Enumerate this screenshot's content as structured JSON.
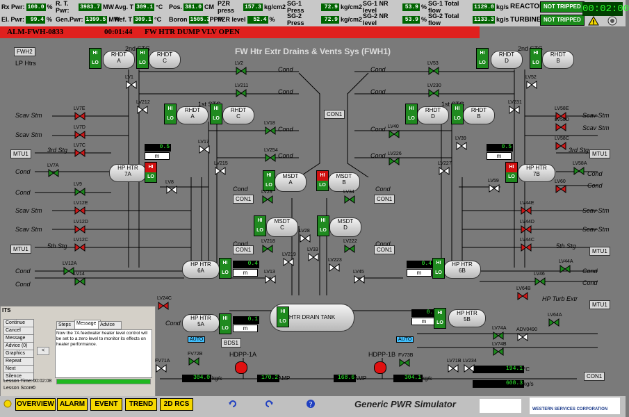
{
  "top_params": [
    {
      "label": "Rx Pwr:",
      "value": "100.0",
      "unit": "%"
    },
    {
      "label": "R. T. Pwr:",
      "value": "3983.7",
      "unit": "MW"
    },
    {
      "label": "Avg. T",
      "value": "309.1",
      "unit": "°C"
    },
    {
      "label": "Pos.",
      "value": "381.0",
      "unit": "CM"
    },
    {
      "label": "PZR press",
      "value": "157.3",
      "unit": "kg/cm2"
    },
    {
      "label": "SG-1 Press",
      "value": "72.9",
      "unit": "kg/cm2"
    },
    {
      "label": "SG-1 NR level",
      "value": "53.9",
      "unit": "%"
    },
    {
      "label": "SG-1 Total flow",
      "value": "1129.0",
      "unit": "kg/s"
    },
    {
      "label": "El. Pwr:",
      "value": "99.4",
      "unit": "%"
    },
    {
      "label": "Gen.Pwr:",
      "value": "1399.5",
      "unit": "MW"
    },
    {
      "label": "Ref. T",
      "value": "309.1",
      "unit": "°C"
    },
    {
      "label": "Boron",
      "value": "1505.3",
      "unit": "PPM"
    },
    {
      "label": "PZR level",
      "value": "52.4",
      "unit": "%"
    },
    {
      "label": "SG-2 Press",
      "value": "72.9",
      "unit": "kg/cm2"
    },
    {
      "label": "SG-2 NR level",
      "value": "53.9",
      "unit": "%"
    },
    {
      "label": "SG-2 Total flow",
      "value": "1133.3",
      "unit": "kg/s"
    }
  ],
  "status": {
    "reactor_label": "REACTOR",
    "reactor_state": "NOT TRIPPED",
    "turbine_label": "TURBINE",
    "turbine_state": "NOT TRIPPED",
    "clock": "00:02:00"
  },
  "alarm": {
    "code": "ALM-FWH-0833",
    "time": "00:01:44",
    "message": "FW HTR DUMP VLV OPEN"
  },
  "diagram": {
    "title": "FW Htr Extr Drains & Vents Sys  (FWH1)",
    "fwh2": "FWH2",
    "lp_htrs": "LP Htrs",
    "left_labels": [
      "Scav Stm",
      "Scav Stm",
      "MTU1",
      "Cond",
      "Cond",
      "Scav Stm",
      "Scav Stm",
      "MTU1",
      "Cond",
      "Cond"
    ],
    "right_labels": [
      "Scav Stm",
      "Scav Stm",
      "MTU1",
      "Cond",
      "Cond",
      "Scav Stm",
      "Scav Stm",
      "MTU1",
      "Cond",
      "Cond"
    ],
    "stg": {
      "second_left": "2nd STG",
      "first_left": "1st STG",
      "third_left": "3rd Stg",
      "fifth_left": "5th Stg",
      "second_right": "2nd STG",
      "first_right": "1st STG",
      "third_right": "3rd Stg",
      "fifth_right": "5th Stg"
    },
    "rhdt": [
      {
        "name": "RHDT",
        "sub": "A"
      },
      {
        "name": "RHDT",
        "sub": "C"
      },
      {
        "name": "RHDT",
        "sub": "A"
      },
      {
        "name": "RHDT",
        "sub": "C"
      },
      {
        "name": "RHDT",
        "sub": "D"
      },
      {
        "name": "RHDT",
        "sub": "B"
      },
      {
        "name": "RHDT",
        "sub": "D"
      },
      {
        "name": "RHDT",
        "sub": "B"
      }
    ],
    "msdt": [
      {
        "name": "MSDT",
        "sub": "A"
      },
      {
        "name": "MSDT",
        "sub": "B"
      },
      {
        "name": "MSDT",
        "sub": "C"
      },
      {
        "name": "MSDT",
        "sub": "D"
      }
    ],
    "heaters": [
      {
        "name": "HP HTR",
        "sub": "7A",
        "level": "0.5",
        "unit": "m"
      },
      {
        "name": "HP HTR",
        "sub": "7B",
        "level": "0.5",
        "unit": "m"
      },
      {
        "name": "HP HTR",
        "sub": "6A",
        "level": "0.4",
        "unit": "m"
      },
      {
        "name": "HP HTR",
        "sub": "6B",
        "level": "0.4",
        "unit": "m"
      },
      {
        "name": "HP HTR",
        "sub": "5A",
        "level": "0.1",
        "unit": "m"
      },
      {
        "name": "HP HTR",
        "sub": "5B",
        "level": "0.1",
        "unit": "m"
      }
    ],
    "drain_tank": "HTR DRAIN TANK",
    "con1": "CON1",
    "bds1": "BDS1",
    "hp_turb_extr": "HP Turb Extr",
    "pump_a": "HDPP-1A",
    "pump_b": "HDPP-1B",
    "flow_a": "304.0",
    "flow_b": "304.1",
    "flow_unit": "kg/s",
    "amp_a": "170.2",
    "amp_b": "168.6",
    "amp_unit": "AMP",
    "temp": "194.1",
    "temp_unit": "°C",
    "flow_out": "608.3",
    "flow_out_unit": "kg/s",
    "hi": "HI",
    "lo": "LO",
    "auto": "AUTO",
    "cond": "Cond",
    "valves_left": [
      "LV2",
      "LV211",
      "LV1",
      "LV212",
      "LV7E",
      "LV7D",
      "LV7C",
      "LV7A",
      "LV9",
      "LV8",
      "LV18",
      "LV17",
      "LV254",
      "LV215",
      "LV29",
      "LV12E",
      "LV12D",
      "LV12C",
      "LV12A",
      "LV14",
      "LV218",
      "LV219",
      "LV13",
      "LV24C",
      "LV28",
      "LV33",
      "LV34",
      "LV222",
      "LV223",
      "LV45",
      "FV72B",
      "FV71A"
    ],
    "valves_right": [
      "LV53",
      "LV230",
      "LV52",
      "LV231",
      "LV58E",
      "LV58D",
      "LV58C",
      "LV58A",
      "LV40",
      "LV226",
      "LV39",
      "LV227",
      "LV59",
      "LV60",
      "LV44E",
      "LV44D",
      "LV44C",
      "LV44A",
      "LV46",
      "LV64B",
      "LV64A",
      "LV74A",
      "LV74B",
      "ADV0490",
      "FV73B",
      "LV71B",
      "LV234"
    ]
  },
  "panel": {
    "title": "ITS",
    "buttons": [
      "Continue",
      "Cancel",
      "Message",
      "Advice (0)",
      "Graphics",
      "Repeat",
      "Next",
      "Silence"
    ],
    "tabs": [
      "Steps",
      "Message",
      "Advice"
    ],
    "message": "Now the 7A feedwater heater level control will be set to a zero level to monitor its effects on heater performance.",
    "back": "<",
    "lesson_time_label": "Lesson Time:",
    "lesson_time": "00:02:08",
    "lesson_score_label": "Lesson Score:",
    "lesson_score": "0"
  },
  "bottom": {
    "nav": [
      "OVERVIEW",
      "ALARM",
      "EVENT",
      "TREND",
      "2D RCS"
    ],
    "title": "Generic PWR Simulator",
    "company": "WESTERN SERVICES CORPORATION"
  },
  "colors": {
    "valve_open": "#1c8a1c",
    "valve_closed": "#d01818",
    "panel_bg": "#7a7a7a",
    "alarm": "#e0201e",
    "nav": "#f5d800"
  }
}
